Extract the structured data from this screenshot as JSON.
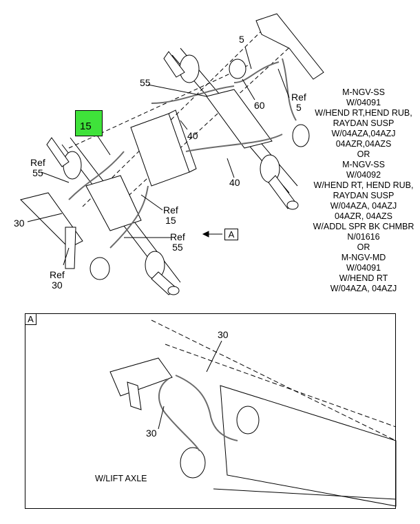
{
  "callouts": {
    "c5": "5",
    "c60": "60",
    "c55_top": "55",
    "c40_upper": "40",
    "c40_lower": "40",
    "c15_highlight": "15",
    "c30_left": "30",
    "ref5": {
      "ref": "Ref",
      "num": "5"
    },
    "ref55_left": {
      "ref": "Ref",
      "num": "55"
    },
    "ref15": {
      "ref": "Ref",
      "num": "15"
    },
    "ref55_center": {
      "ref": "Ref",
      "num": "55"
    },
    "ref30": {
      "ref": "Ref",
      "num": "30"
    }
  },
  "applicability_lines": [
    "M-NGV-SS",
    "W/04091",
    "W/HEND RT,HEND RUB,",
    "RAYDAN SUSP",
    "W/04AZA,04AZJ",
    "04AZR,04AZS",
    "OR",
    "M-NGV-SS",
    "W/04092",
    "W/HEND RT, HEND RUB,",
    "RAYDAN SUSP",
    "W/04AZA, 04AZJ",
    "04AZR, 04AZS",
    "W/ADDL SPR BK CHMBR",
    "N/01616",
    "OR",
    "M-NGV-MD",
    "W/04091",
    "W/HEND RT",
    "W/04AZA, 04AZJ"
  ],
  "view_reference": "A",
  "detail": {
    "tag": "A",
    "callout_30_top": "30",
    "callout_30_left": "30",
    "caption": "W/LIFT AXLE"
  },
  "colors": {
    "line": "#000000",
    "hose": "#6b6b6b",
    "highlight": "#3fe23a"
  }
}
